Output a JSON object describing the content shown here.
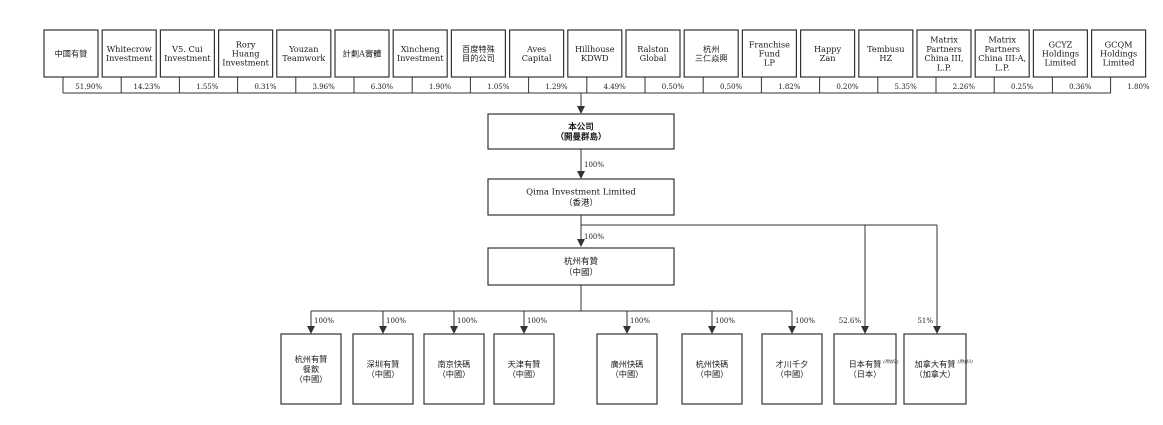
{
  "shareholders": [
    {
      "lines": [
        "中國有贊"
      ],
      "pct": "51.90%"
    },
    {
      "lines": [
        "Whitecrow",
        "Investment"
      ],
      "pct": "14.23%"
    },
    {
      "lines": [
        "V5. Cui",
        "Investment"
      ],
      "pct": "1.55%"
    },
    {
      "lines": [
        "Rory",
        "Huang",
        "Investment"
      ],
      "pct": "0.31%"
    },
    {
      "lines": [
        "Youzan",
        "Teamwork"
      ],
      "pct": "3.96%"
    },
    {
      "lines": [
        "計劃A實體"
      ],
      "pct": "6.30%"
    },
    {
      "lines": [
        "Xincheng",
        "Investment"
      ],
      "pct": "1.90%"
    },
    {
      "lines": [
        "百度特殊",
        "目的公司"
      ],
      "pct": "1.05%"
    },
    {
      "lines": [
        "Aves",
        "Capital"
      ],
      "pct": "1.29%"
    },
    {
      "lines": [
        "Hillhouse",
        "KDWD"
      ],
      "pct": "4.49%"
    },
    {
      "lines": [
        "Ralston",
        "Global"
      ],
      "pct": "0.50%"
    },
    {
      "lines": [
        "杭州",
        "三仁焱興"
      ],
      "pct": "0.50%"
    },
    {
      "lines": [
        "Franchise",
        "Fund",
        "LP"
      ],
      "pct": "1.82%"
    },
    {
      "lines": [
        "Happy",
        "Zan"
      ],
      "pct": "0.20%"
    },
    {
      "lines": [
        "Tembusu",
        "HZ"
      ],
      "pct": "5.35%"
    },
    {
      "lines": [
        "Matrix",
        "Partners",
        "China III,",
        "L.P."
      ],
      "pct": "2.26%"
    },
    {
      "lines": [
        "Matrix",
        "Partners",
        "China III-A,",
        "L.P."
      ],
      "pct": "0.25%"
    },
    {
      "lines": [
        "GCYZ",
        "Holdings",
        "Limited"
      ],
      "pct": "0.36%"
    },
    {
      "lines": [
        "GCQM",
        "Holdings",
        "Limited"
      ],
      "pct": "1.80%"
    }
  ],
  "company": {
    "name": "本公司",
    "sub": "（開曼群島）"
  },
  "company_to_qima_pct": "100%",
  "qima": {
    "name": "Qima Investment Limited",
    "sub": "（香港）"
  },
  "qima_to_hz_pct": "100%",
  "hangzhou": {
    "name": "杭州有贊",
    "sub": "（中國）"
  },
  "subsidiaries": [
    {
      "lines": [
        "杭州有贊",
        "餐飲",
        "（中國）"
      ],
      "pct": "100%"
    },
    {
      "lines": [
        "深圳有贊",
        "（中國）"
      ],
      "pct": "100%"
    },
    {
      "lines": [
        "南京快碼",
        "（中國）"
      ],
      "pct": "100%"
    },
    {
      "lines": [
        "天津有贊",
        "（中國）"
      ],
      "pct": "100%"
    },
    {
      "lines": [
        "廣州快碼",
        "（中國）"
      ],
      "pct": "100%"
    },
    {
      "lines": [
        "杭州快碼",
        "（中國）"
      ],
      "pct": "100%"
    },
    {
      "lines": [
        "才川千夕",
        "（中國）"
      ],
      "pct": "100%"
    },
    {
      "lines": [
        "日本有贊",
        "（日本）"
      ],
      "pct": "52.6%",
      "note": "(附註2)"
    },
    {
      "lines": [
        "加拿大有贊",
        "（加拿大）"
      ],
      "pct": "51%",
      "note": "(附註3)"
    }
  ]
}
